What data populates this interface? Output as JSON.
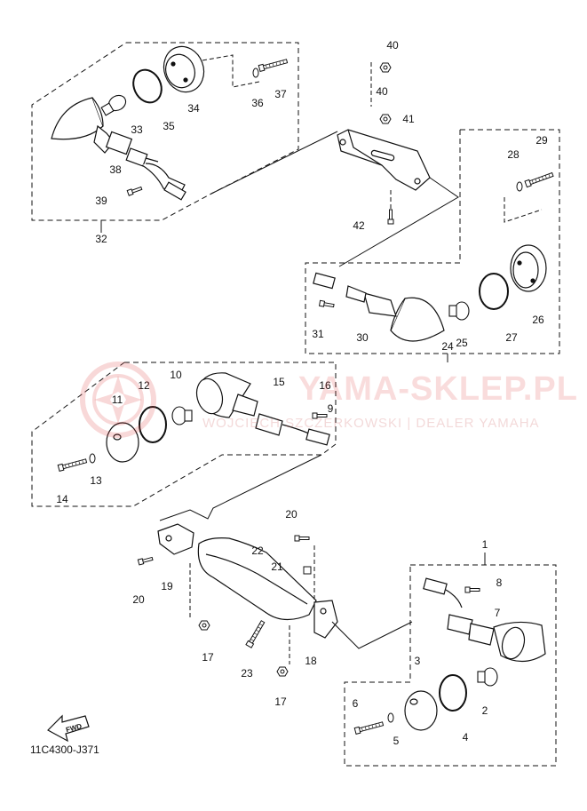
{
  "diagram_code": "11C4300-J371",
  "fwd_label": "FWD",
  "watermark": {
    "title": "YAMA-SKLEP.PL",
    "subtitle": "WOJCIECH SZCZERKOWSKI | DEALER YAMAHA"
  },
  "callouts": [
    "1",
    "2",
    "3",
    "4",
    "5",
    "6",
    "7",
    "8",
    "9",
    "10",
    "11",
    "12",
    "13",
    "14",
    "15",
    "16",
    "17",
    "17",
    "18",
    "19",
    "20",
    "20",
    "21",
    "22",
    "23",
    "24",
    "25",
    "26",
    "27",
    "28",
    "29",
    "30",
    "31",
    "32",
    "33",
    "34",
    "35",
    "36",
    "37",
    "38",
    "39",
    "40",
    "40",
    "41",
    "42"
  ],
  "colors": {
    "line": "#111111",
    "watermark": "#e04040"
  }
}
